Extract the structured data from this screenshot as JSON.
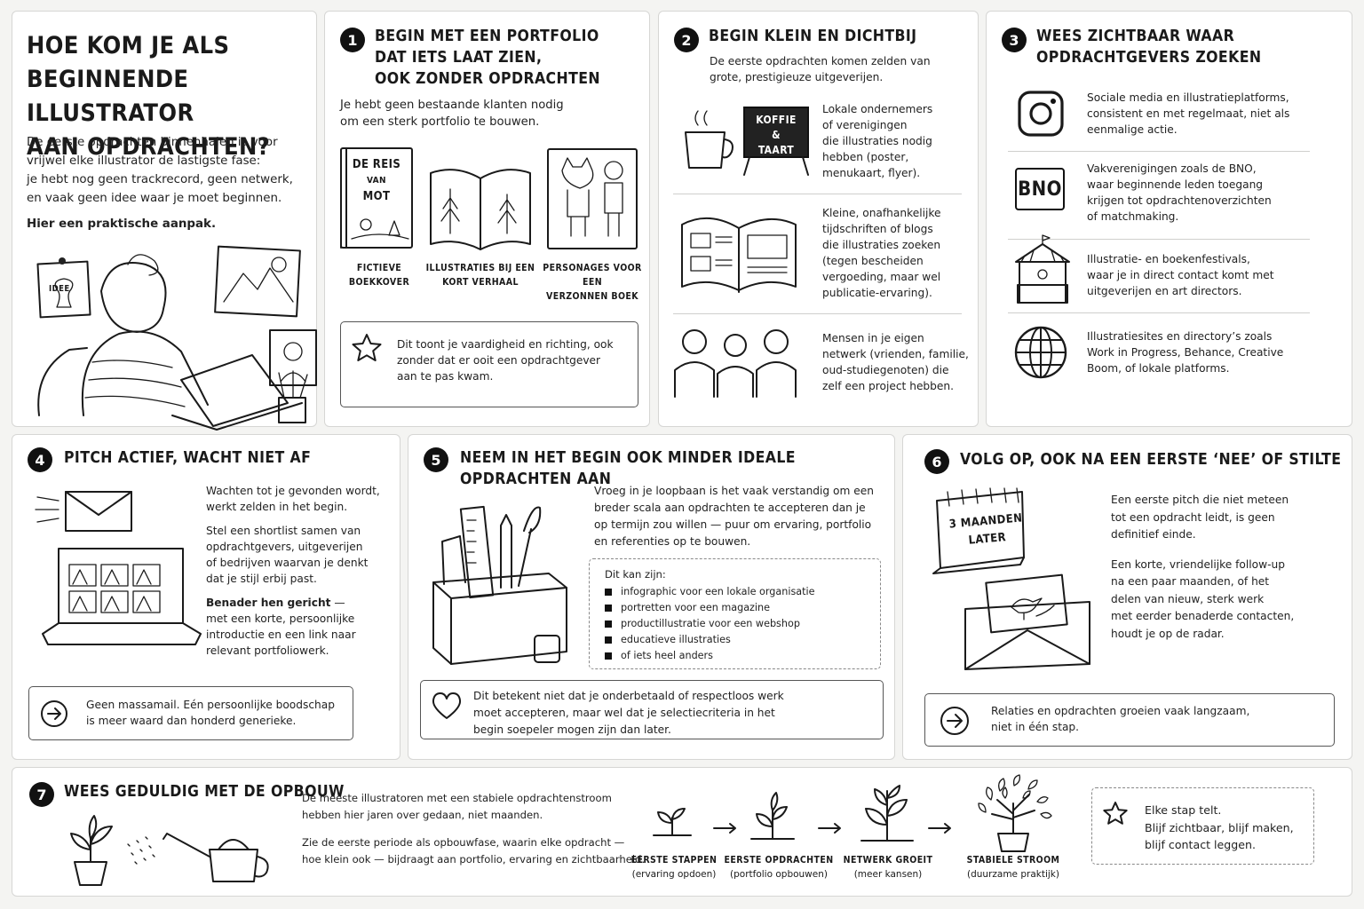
{
  "intro": {
    "title_lines": [
      "HOE KOM JE ALS",
      "BEGINNENDE ILLUSTRATOR",
      "AAN OPDRACHTEN?"
    ],
    "paragraph_lines": [
      "De eerste opdrachten binnenhalen is voor",
      "vrijwel elke illustrator de lastigste fase:",
      "je hebt nog geen trackrecord, geen netwerk,",
      "en vaak geen idee waar je moet beginnen."
    ],
    "bold_line": "Hier een praktische aanpak.",
    "note_label": "IDEE"
  },
  "step1": {
    "number": "1",
    "title_lines": [
      "BEGIN MET EEN PORTFOLIO",
      "DAT IETS LAAT ZIEN,",
      "OOK ZONDER OPDRACHTEN"
    ],
    "text_lines": [
      "Je hebt geen bestaande klanten nodig",
      "om een sterk portfolio te bouwen."
    ],
    "book_cover_title": [
      "DE REIS",
      "VAN",
      "MOT"
    ],
    "examples": [
      {
        "label_lines": [
          "FICTIEVE",
          "BOEKKOVER"
        ]
      },
      {
        "label_lines": [
          "ILLUSTRATIES BIJ EEN",
          "KORT VERHAAL"
        ]
      },
      {
        "label_lines": [
          "PERSONAGES VOOR EEN",
          "VERZONNEN BOEK"
        ]
      }
    ],
    "callout_lines": [
      "Dit toont je vaardigheid en richting, ook",
      "zonder dat er ooit een opdrachtgever",
      "aan te pas kwam."
    ]
  },
  "step2": {
    "number": "2",
    "title": "BEGIN KLEIN EN DICHTBIJ",
    "text_lines": [
      "De eerste opdrachten komen zelden van",
      "grote, prestigieuze uitgeverijen."
    ],
    "sign_lines": [
      "KOFFIE",
      "&",
      "TAART"
    ],
    "items": [
      {
        "lines": [
          "Lokale ondernemers",
          "of verenigingen",
          "die illustraties nodig",
          "hebben (poster,",
          "menukaart, flyer)."
        ]
      },
      {
        "lines": [
          "Kleine, onafhankelijke",
          "tijdschriften of blogs",
          "die illustraties zoeken",
          "(tegen bescheiden",
          "vergoeding, maar wel",
          "publicatie-ervaring)."
        ]
      },
      {
        "lines": [
          "Mensen in je eigen",
          "netwerk (vrienden, familie,",
          "oud-studiegenoten) die",
          "zelf een project hebben."
        ]
      }
    ]
  },
  "step3": {
    "number": "3",
    "title_lines": [
      "WEES ZICHTBAAR WAAR",
      "OPDRACHTGEVERS ZOEKEN"
    ],
    "bno_label": "BNO",
    "items": [
      {
        "icon": "instagram-icon",
        "lines": [
          "Sociale media en illustratieplatforms,",
          "consistent en met regelmaat, niet als",
          "eenmalige actie."
        ]
      },
      {
        "icon": "bno-logo-icon",
        "lines": [
          "Vakverenigingen zoals de BNO,",
          "waar beginnende leden toegang",
          "krijgen tot opdrachtenoverzichten",
          "of matchmaking."
        ]
      },
      {
        "icon": "festival-stand-icon",
        "lines": [
          "Illustratie- en boekenfestivals,",
          "waar je in direct contact komt met",
          "uitgeverijen en art directors."
        ]
      },
      {
        "icon": "globe-icon",
        "lines": [
          "Illustratiesites en directory’s zoals",
          "Work in Progress, Behance, Creative",
          "Boom, of lokale platforms."
        ]
      }
    ]
  },
  "step4": {
    "number": "4",
    "title": "PITCH ACTIEF, WACHT NIET AF",
    "p1_lines": [
      "Wachten tot je gevonden wordt,",
      "werkt zelden in het begin."
    ],
    "p2_lines": [
      "Stel een shortlist samen van",
      "opdrachtgevers, uitgeverijen",
      "of bedrijven waarvan je denkt",
      "dat je stijl erbij past."
    ],
    "p3_bold": "Benader hen gericht",
    "p3_rest_first": " —",
    "p3_lines": [
      "met een korte, persoonlijke",
      "introductie en een link naar",
      "relevant portfoliowerk."
    ],
    "callout_lines": [
      "Geen massamail. Eén persoonlijke boodschap",
      "is meer waard dan honderd generieke."
    ]
  },
  "step5": {
    "number": "5",
    "title": "NEEM IN HET BEGIN OOK MINDER IDEALE OPDRACHTEN AAN",
    "text_lines": [
      "Vroeg in je loopbaan is het vaak verstandig om een",
      "breder scala aan opdrachten te accepteren dan je",
      "op termijn zou willen — puur om ervaring, portfolio",
      "en referenties op te bouwen."
    ],
    "list_title": "Dit kan zijn:",
    "list_items": [
      "infographic voor een lokale organisatie",
      "portretten voor een magazine",
      "productillustratie voor een webshop",
      "educatieve illustraties",
      "of iets heel anders"
    ],
    "callout_lines": [
      "Dit betekent niet dat je onderbetaald of respectloos werk",
      "moet accepteren, maar wel dat je selectiecriteria in het",
      "begin soepeler mogen zijn dan later."
    ]
  },
  "step6": {
    "number": "6",
    "title": "VOLG OP, OOK NA EEN EERSTE ‘NEE’ OF STILTE",
    "calendar_lines": [
      "3 MAANDEN",
      "LATER"
    ],
    "p1_lines": [
      "Een eerste pitch die niet meteen",
      "tot een opdracht leidt, is geen",
      "definitief einde."
    ],
    "p2_lines": [
      "Een korte, vriendelijke follow-up",
      "na een paar maanden, of het",
      "delen van nieuw, sterk werk",
      "met eerder benaderde contacten,",
      "houdt je op de radar."
    ],
    "callout_lines": [
      "Relaties en opdrachten groeien vaak langzaam,",
      "niet in één stap."
    ]
  },
  "step7": {
    "number": "7",
    "title": "WEES GEDULDIG MET DE OPBOUW",
    "p1_lines": [
      "De meeste illustratoren met een stabiele opdrachtenstroom",
      "hebben hier jaren over gedaan, niet maanden."
    ],
    "p2_lines": [
      "Zie de eerste periode als opbouwfase, waarin elke opdracht —",
      "hoe klein ook — bijdraagt aan portfolio, ervaring en zichtbaarheid."
    ],
    "stages": [
      {
        "label": "EERSTE STAPPEN",
        "sub": "(ervaring opdoen)"
      },
      {
        "label": "EERSTE OPDRACHTEN",
        "sub": "(portfolio opbouwen)"
      },
      {
        "label": "NETWERK GROEIT",
        "sub": "(meer kansen)"
      },
      {
        "label": "STABIELE STROOM",
        "sub": "(duurzame praktijk)"
      }
    ],
    "callout_lines": [
      "Elke stap telt.",
      "Blijf zichtbaar, blijf maken,",
      "blijf contact leggen."
    ]
  }
}
